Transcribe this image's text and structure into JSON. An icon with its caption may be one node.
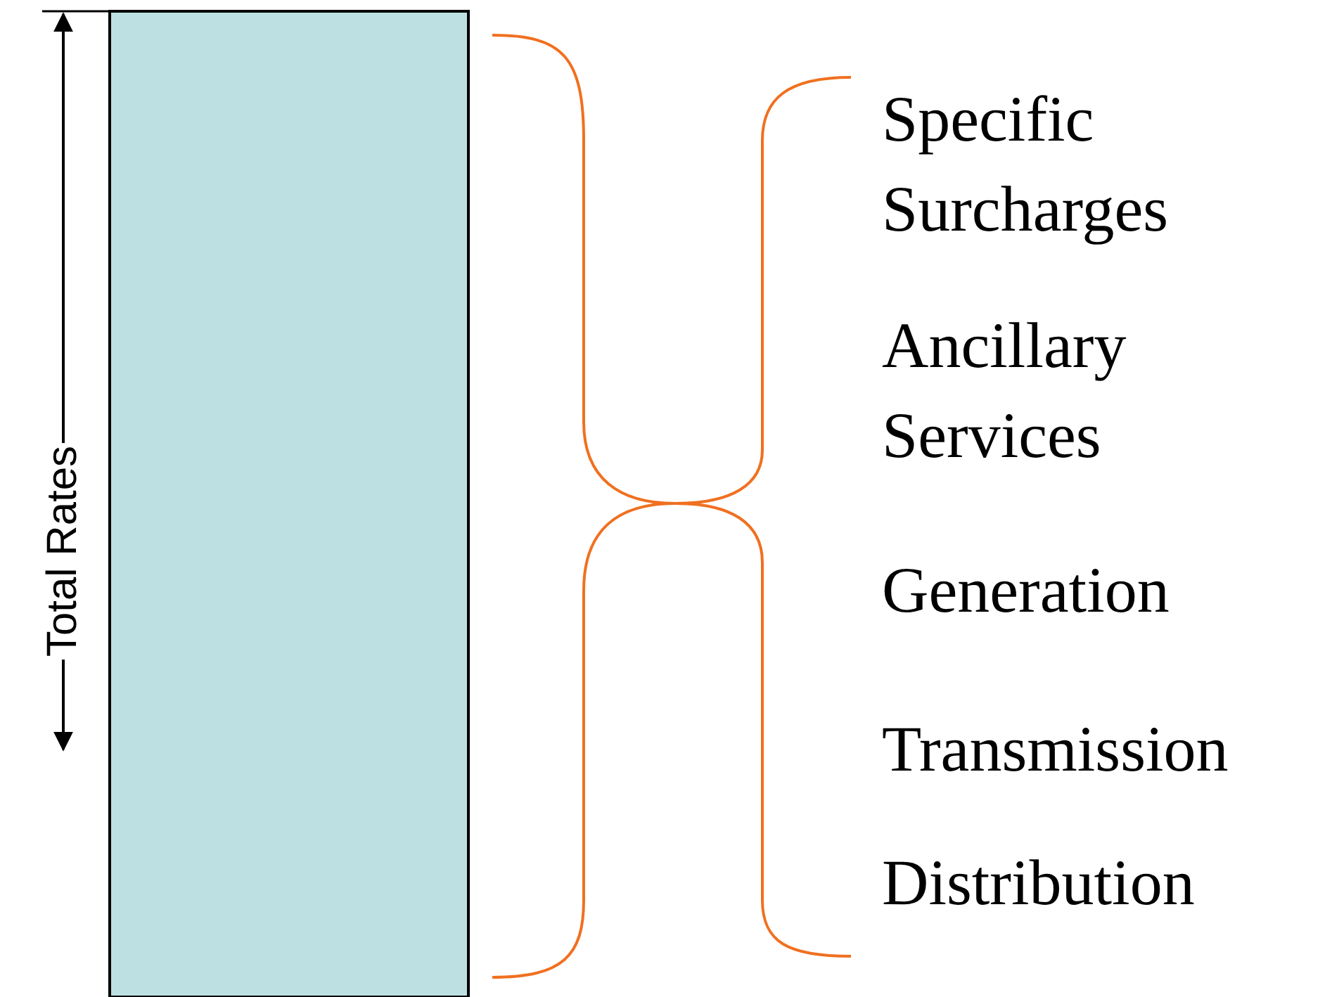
{
  "diagram": {
    "nodes": [
      {
        "text": [],
        "shape": "bar"
      }
    ],
    "labels": [
      "Total Rates",
      "Specific Surcharges",
      "Ancillary Services",
      "Generation",
      "Transmission",
      "Distribution"
    ]
  }
}
